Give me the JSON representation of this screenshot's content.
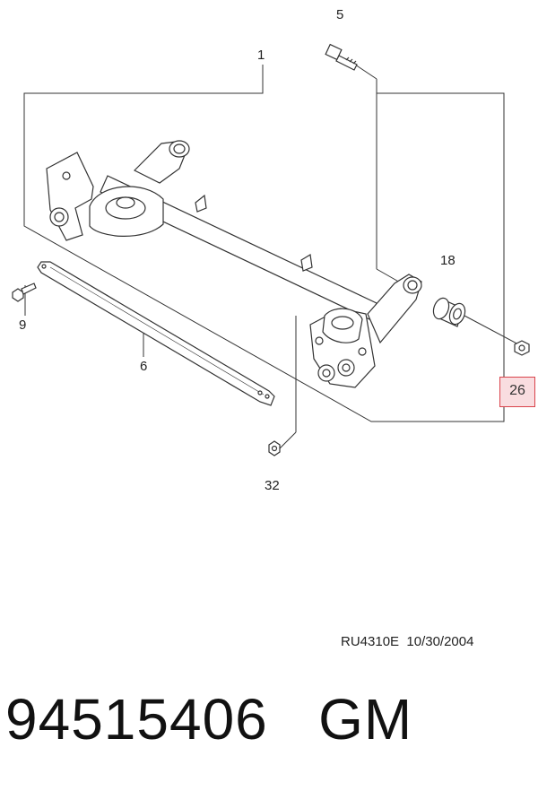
{
  "callouts": {
    "c1": "1",
    "c5": "5",
    "c18": "18",
    "c9": "9",
    "c6": "6",
    "c26": "26",
    "c32": "32"
  },
  "highlight_color": "#d9434b",
  "highlight_fill": "#f9dde0",
  "doc_ref": {
    "code": "RU4310E",
    "date": "10/30/2004"
  },
  "footer": {
    "part_number": "94515406",
    "brand": "GM"
  }
}
